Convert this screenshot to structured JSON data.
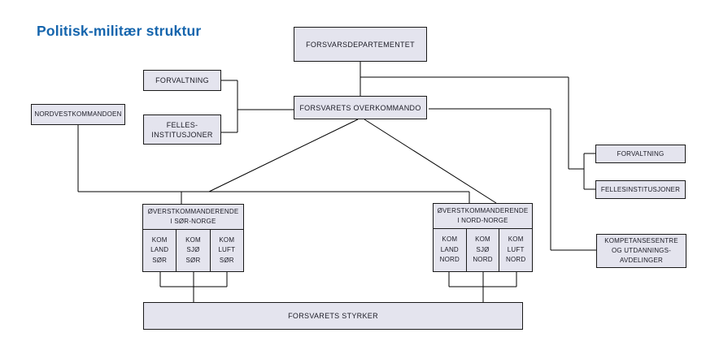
{
  "title": {
    "text": "Politisk-militær struktur",
    "color": "#1565ad"
  },
  "colors": {
    "background": "#ffffff",
    "box_fill": "#e4e4ee",
    "box_border": "#1a1a1a",
    "box_text": "#1c1c26",
    "title_blue": "#1565ad",
    "line": "#000000"
  },
  "boxes": {
    "forsvarsdepartementet": "FORSVARSDEPARTEMENTET",
    "forsvarets_overkommando": "FORSVARETS OVERKOMMANDO",
    "forvaltning_left": "FORVALTNING",
    "fellesinstitusjoner_left": "FELLES-\nINSTITUSJONER",
    "nordvestkommandoen": "NORDVESTKOMMANDOEN",
    "ok_sor": "ØVERSTKOMMANDERENDE\nI SØR-NORGE",
    "kom_land_sor": "KOM\nLAND\nSØR",
    "kom_sjo_sor": "KOM\nSJØ\nSØR",
    "kom_luft_sor": "KOM\nLUFT\nSØR",
    "ok_nord": "ØVERSTKOMMANDERENDE\nI NORD-NORGE",
    "kom_land_nord": "KOM\nLAND\nNORD",
    "kom_sjo_nord": "KOM\nSJØ\nNORD",
    "kom_luft_nord": "KOM\nLUFT\nNORD",
    "forvaltning_right": "FORVALTNING",
    "fellesinstitusjoner_right": "FELLESINSTITUSJONER",
    "kompetansesentre": "KOMPETANSESENTRE\nOG UTDANNINGS-\nAVDELINGER",
    "forsvarets_styrker": "FORSVARETS STYRKER"
  },
  "edges": [
    {
      "from": "FORSVARSDEPARTEMENTET",
      "to": "FORSVARETS OVERKOMMANDO"
    },
    {
      "from": "FORSVARETS OVERKOMMANDO",
      "to": "FORVALTNING (venstre)"
    },
    {
      "from": "FORSVARETS OVERKOMMANDO",
      "to": "FELLES-INSTITUSJONER (venstre)"
    },
    {
      "from": "FORSVARSDEPARTEMENTET/FORSVARETS OVERKOMMANDO",
      "to": "FORVALTNING (høyre)"
    },
    {
      "from": "FORSVARSDEPARTEMENTET/FORSVARETS OVERKOMMANDO",
      "to": "FELLESINSTITUSJONER (høyre)"
    },
    {
      "from": "FORSVARETS OVERKOMMANDO",
      "to": "KOMPETANSESENTRE OG UTDANNINGS-AVDELINGER"
    },
    {
      "from": "FORSVARETS OVERKOMMANDO",
      "to": "ØVERSTKOMMANDERENDE I SØR-NORGE"
    },
    {
      "from": "FORSVARETS OVERKOMMANDO",
      "to": "ØVERSTKOMMANDERENDE I NORD-NORGE"
    },
    {
      "from": "NORDVESTKOMMANDOEN",
      "to": "ØVERSTKOMMANDERENDE I SØR-NORGE"
    },
    {
      "from": "NORDVESTKOMMANDOEN",
      "to": "ØVERSTKOMMANDERENDE I NORD-NORGE"
    },
    {
      "from": "ØVERSTKOMMANDERENDE I SØR-NORGE (KOM LAND/SJØ/LUFT SØR)",
      "to": "FORSVARETS STYRKER"
    },
    {
      "from": "ØVERSTKOMMANDERENDE I NORD-NORGE (KOM LAND/SJØ/LUFT NORD)",
      "to": "FORSVARETS STYRKER"
    }
  ]
}
